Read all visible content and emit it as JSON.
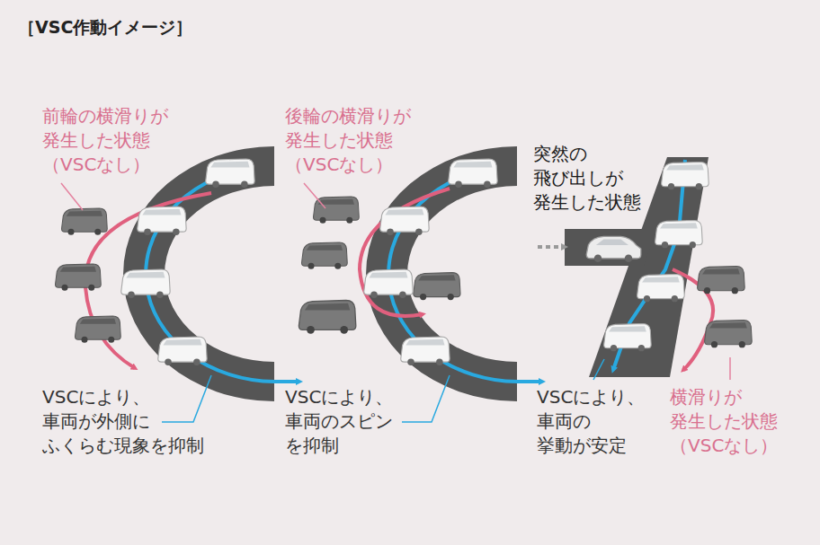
{
  "diagram": {
    "title": "［VSC作動イメージ］",
    "labels": [
      "前輪の横滑りが 発生した状態 （VSCなし）",
      "VSCにより、 車両が外側に ふくらむ現象を抑制",
      "後輪の横滑りが 発生した状態 （VSCなし）",
      "VSCにより、 車両のスピン を抑制",
      "突然の 飛び出しが 発生した状態",
      "VSCにより、 車両の 挙動が安定",
      "横滑りが 発生した状態 （VSCなし）"
    ]
  }
}
